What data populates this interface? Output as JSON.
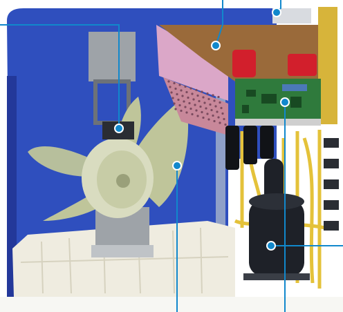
{
  "figure": {
    "subject": "outdoor-unit-cutaway",
    "callout_count": 6
  },
  "colors": {
    "callout": "#1188cc",
    "housing": "#2f4fbe",
    "housing_dark": "#23389a",
    "base_panel": "#efece0",
    "fan_blade": "#bfc59a",
    "fan_hub": "#d9dcc0",
    "compressor": "#1e2128",
    "pcb": "#2f7a3c",
    "electrical_box": "#9a6a3a",
    "capacitor": "#d21f2c",
    "coil_pipe": "#e4c23a",
    "vent_grille": "#dba7c8",
    "motor_bracket": "#9ea3a8"
  },
  "callouts": [
    {
      "id": "fan-motor",
      "target": "motor-hub"
    },
    {
      "id": "electrical-box",
      "target": "electrical-box"
    },
    {
      "id": "top-sensor",
      "target": "top-cover"
    },
    {
      "id": "control-board",
      "target": "control-board"
    },
    {
      "id": "fan-blade",
      "target": "fan-blade"
    },
    {
      "id": "compressor",
      "target": "compressor"
    }
  ]
}
